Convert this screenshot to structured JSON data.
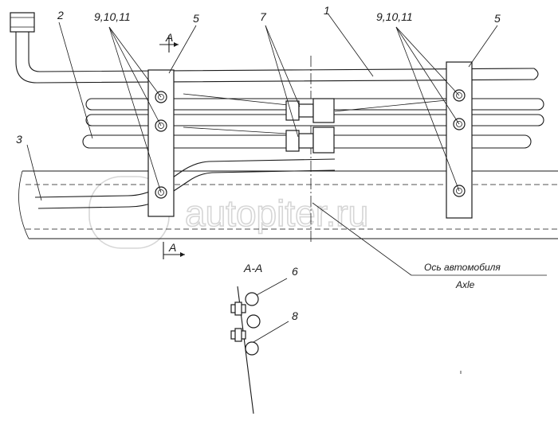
{
  "labels": {
    "pipe_1": "1",
    "pipe_2": "2",
    "pipe_3": "3",
    "fasteners_left": "9,10,11",
    "fasteners_right": "9,10,11",
    "bracket_left": "5",
    "bracket_right": "5",
    "connector_7": "7",
    "clamp_6": "6",
    "part_8": "8"
  },
  "section": {
    "marker_top": "A",
    "marker_bottom": "A",
    "view_title": "A-A"
  },
  "axis_note": {
    "ru": "Ось автомобиля",
    "en": "Axle"
  },
  "watermark": "autopiter.ru"
}
